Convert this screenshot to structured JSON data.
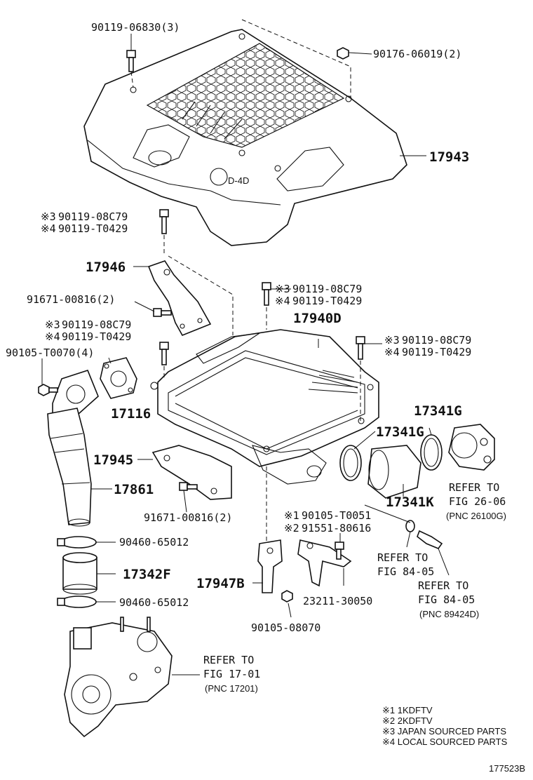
{
  "labels": {
    "l1": "90119-06830(3)",
    "l2": "90176-06019(2)",
    "l3": "17943",
    "l4a": "90119-08C79",
    "l4b": "90119-T0429",
    "l5": "17946",
    "l6a": "90119-08C79",
    "l6b": "90119-T0429",
    "l7": "91671-00816(2)",
    "l8a": "90119-08C79",
    "l8b": "90119-T0429",
    "l9": "17940D",
    "l10a": "90119-08C79",
    "l10b": "90119-T0429",
    "l11": "90105-T0070(4)",
    "l12": "17116",
    "l13": "17341G",
    "l14": "17341G",
    "l15": "17945",
    "l16": "17861",
    "l17": "91671-00816(2)",
    "l18": "17341K",
    "l19": "REFER TO",
    "l20": "FIG 26-06",
    "l21": "(PNC 26100G)",
    "l22a": "90105-T0051",
    "l22b": "91551-80616",
    "l23": "90460-65012",
    "l24": "17342F",
    "l25": "17947B",
    "l26": "23211-30050",
    "l27": "90460-65012",
    "l28": "90105-08070",
    "l29": "REFER TO",
    "l30": "FIG 84-05",
    "l31": "REFER TO",
    "l32": "FIG 84-05",
    "l33": "(PNC 89424D)",
    "l34": "REFER TO",
    "l35": "FIG 17-01",
    "l36": "(PNC 17201)",
    "m1": "※3",
    "m2": "※4",
    "m3": "※1",
    "m4": "※2",
    "logo": "D-4D"
  },
  "legend": [
    "※1 1KDFTV",
    "※2 2KDFTV",
    "※3 JAPAN SOURCED PARTS",
    "※4 LOCAL SOURCED PARTS"
  ],
  "figure_id": "177523B"
}
